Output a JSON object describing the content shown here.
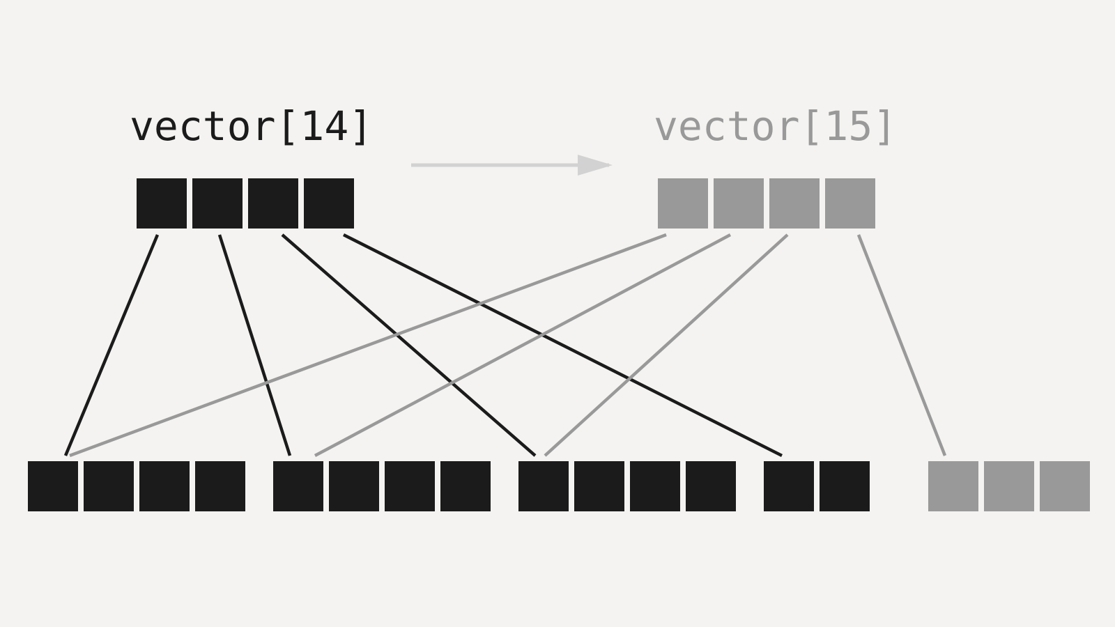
{
  "labels": {
    "left": "vector[14]",
    "right": "vector[15]"
  },
  "colors": {
    "background": "#f4f3f1",
    "active": "#1b1b1b",
    "inactive": "#999999",
    "arrow": "#d2d2d2"
  },
  "vectors": {
    "left": {
      "cells": 4,
      "color": "active"
    },
    "right": {
      "cells": 4,
      "color": "inactive"
    }
  },
  "bottom_groups": [
    {
      "cells": 4,
      "color": "active"
    },
    {
      "cells": 4,
      "color": "active"
    },
    {
      "cells": 4,
      "color": "active"
    },
    {
      "cells": 2,
      "color": "active"
    },
    {
      "cells": 3,
      "color": "inactive"
    }
  ],
  "connections": [
    {
      "from": "left",
      "cell": 0,
      "to_group": 0,
      "color": "active"
    },
    {
      "from": "left",
      "cell": 1,
      "to_group": 1,
      "color": "active"
    },
    {
      "from": "left",
      "cell": 2,
      "to_group": 2,
      "color": "active"
    },
    {
      "from": "left",
      "cell": 3,
      "to_group": 3,
      "color": "active"
    },
    {
      "from": "right",
      "cell": 0,
      "to_group": 0,
      "color": "inactive"
    },
    {
      "from": "right",
      "cell": 1,
      "to_group": 1,
      "color": "inactive"
    },
    {
      "from": "right",
      "cell": 2,
      "to_group": 2,
      "color": "inactive"
    },
    {
      "from": "right",
      "cell": 3,
      "to_group": 4,
      "color": "inactive"
    }
  ]
}
